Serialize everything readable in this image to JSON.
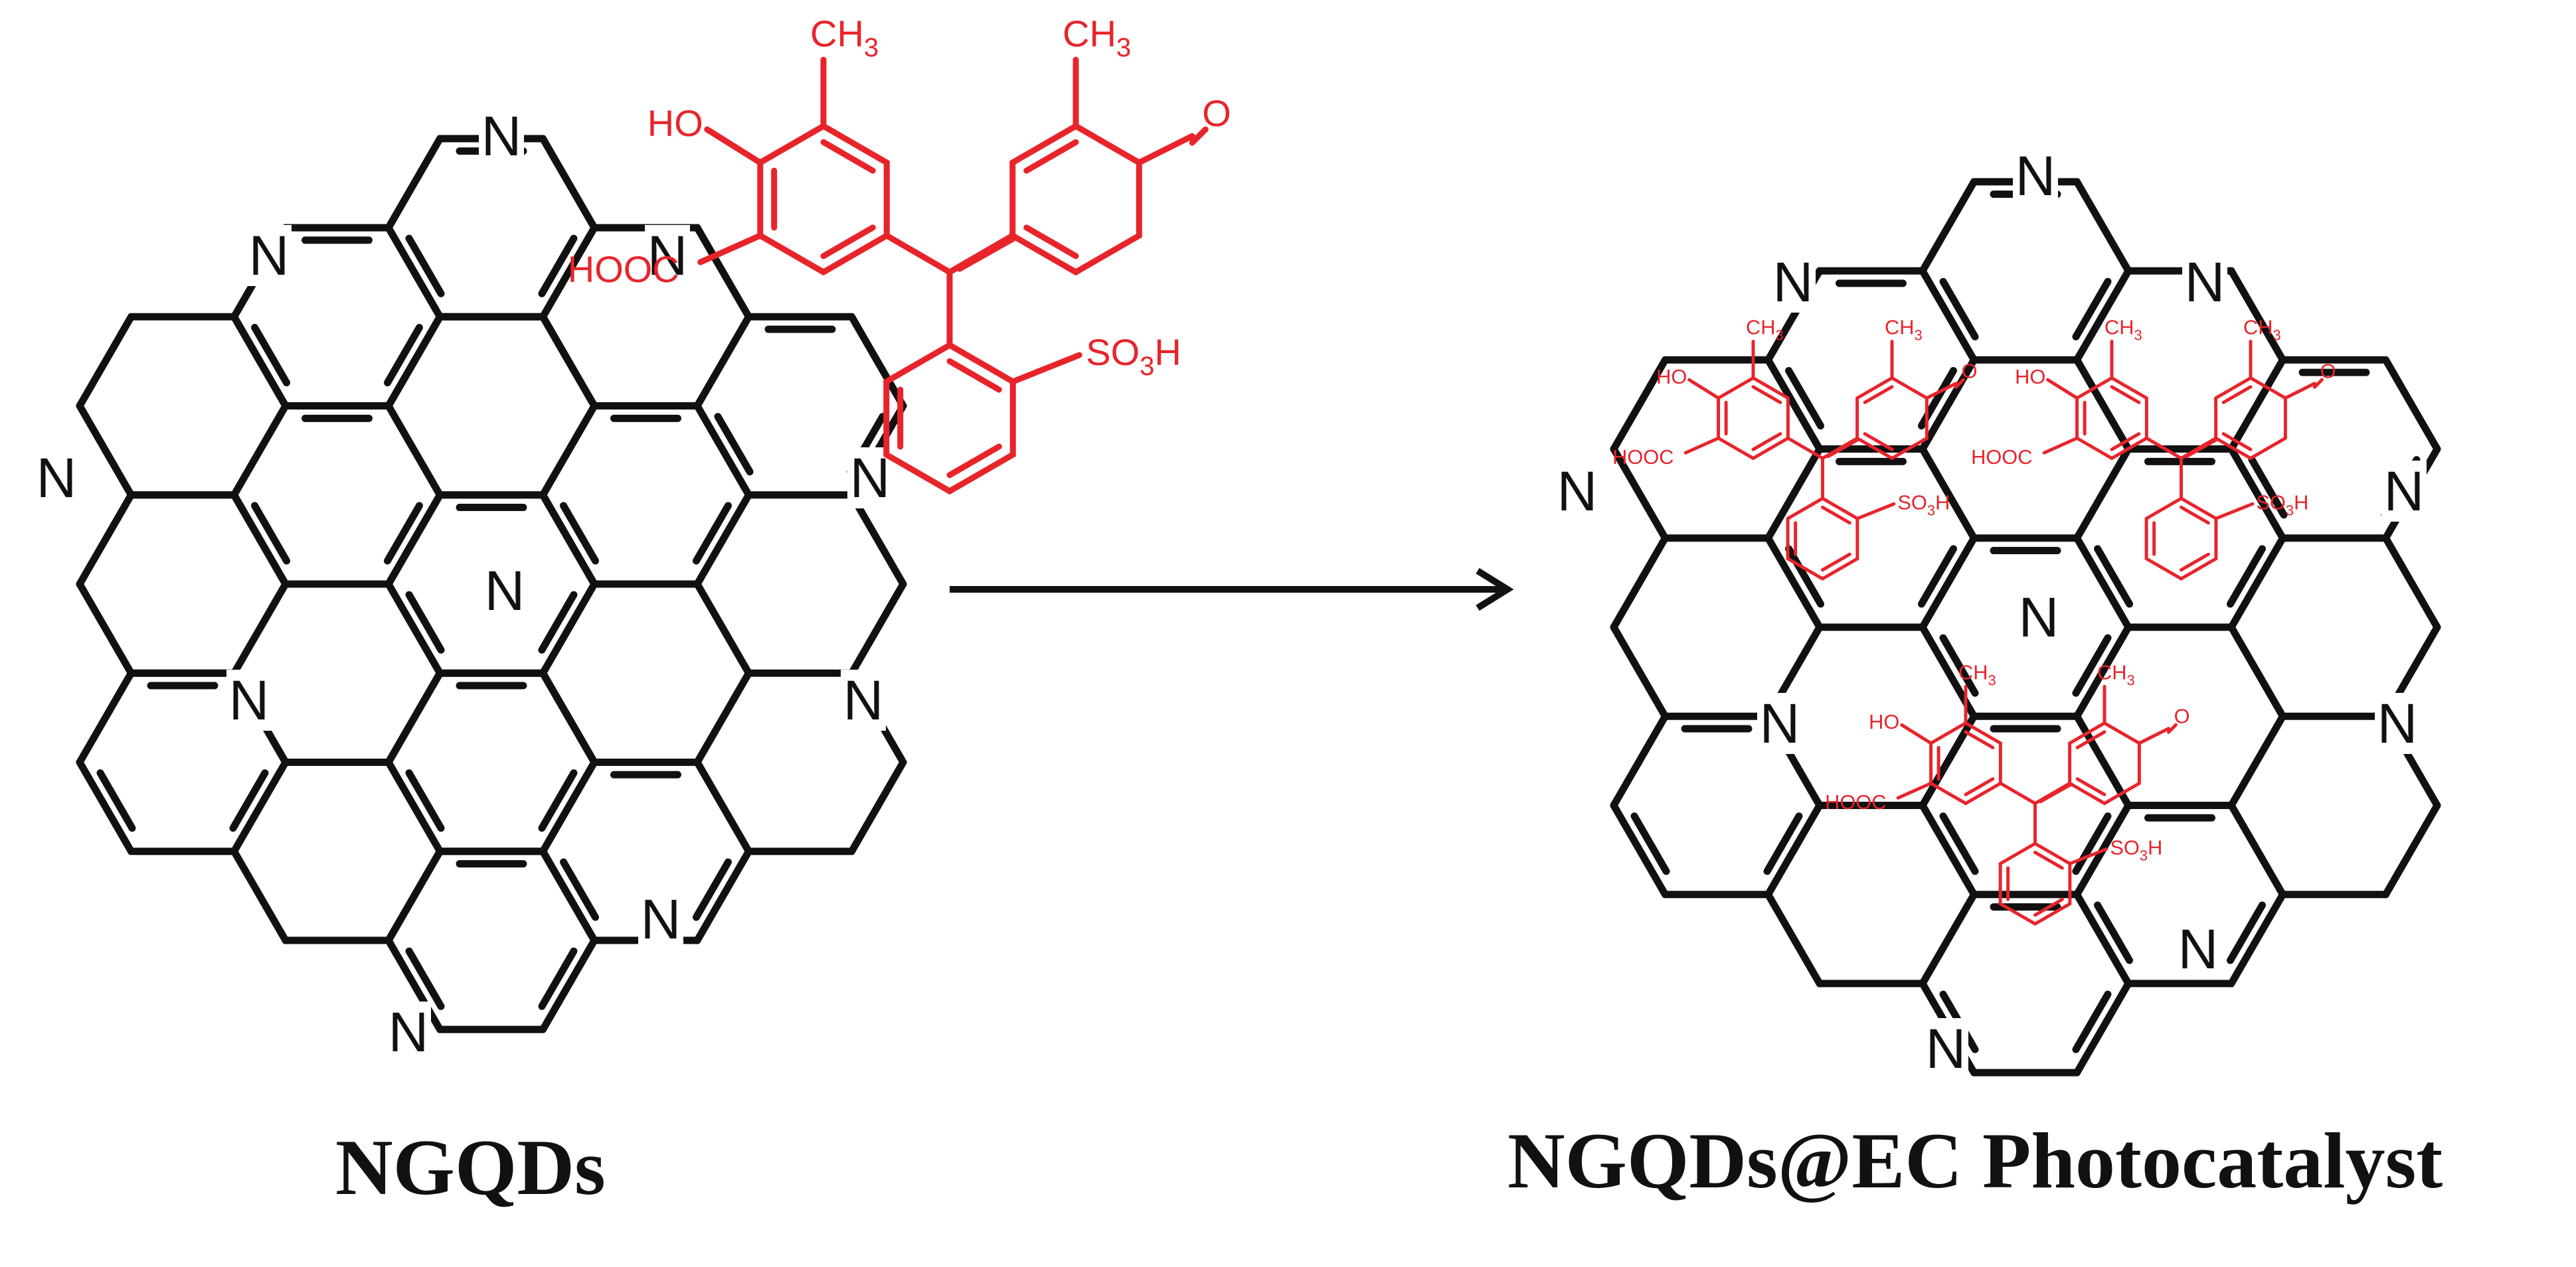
{
  "captions": {
    "reactant": "NGQDs",
    "product": "NGQDs@EC Photocatalyst"
  },
  "reagent": {
    "groups": {
      "methyl": "CH",
      "methyl_sub": "3",
      "hydroxyl": "HO",
      "carbonyl_o": "O",
      "carboxyl": "HOOC",
      "sulfonic_pre": "SO",
      "sulfonic_sub": "3",
      "sulfonic_post": "H"
    }
  },
  "nitrogen_label": "N",
  "colors": {
    "lattice": "#111111",
    "dye": "#e8242b"
  }
}
